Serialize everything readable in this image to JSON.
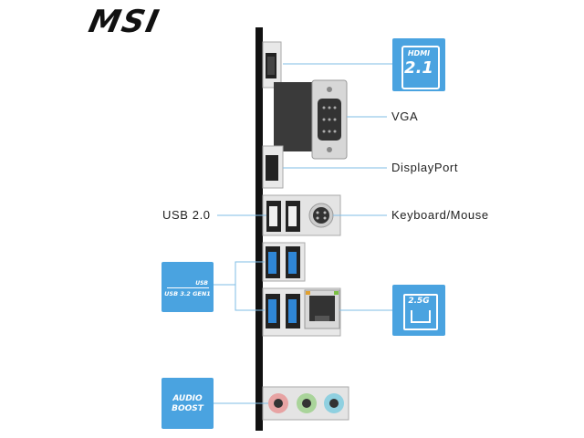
{
  "brand": {
    "logo_text": "MSI"
  },
  "labels": {
    "vga": "VGA",
    "displayport": "DisplayPort",
    "usb20": "USB 2.0",
    "keyboard_mouse": "Keyboard/Mouse"
  },
  "badges": {
    "hdmi_top": "HDMI",
    "hdmi_version": "2.1",
    "usb_small": "USB",
    "usb_gen": "USB 3.2 GEN1",
    "lan_speed": "2.5G",
    "audio_line1": "AUDIO",
    "audio_line2": "BOOST"
  },
  "colors": {
    "badge_blue": "#4aa3e0",
    "connector_line": "#7fbde6",
    "io_usb_blue": "#2f86d6",
    "audio_pink": "#e7a3a3",
    "audio_green": "#a9d49a",
    "audio_blue": "#8fd0e0"
  }
}
